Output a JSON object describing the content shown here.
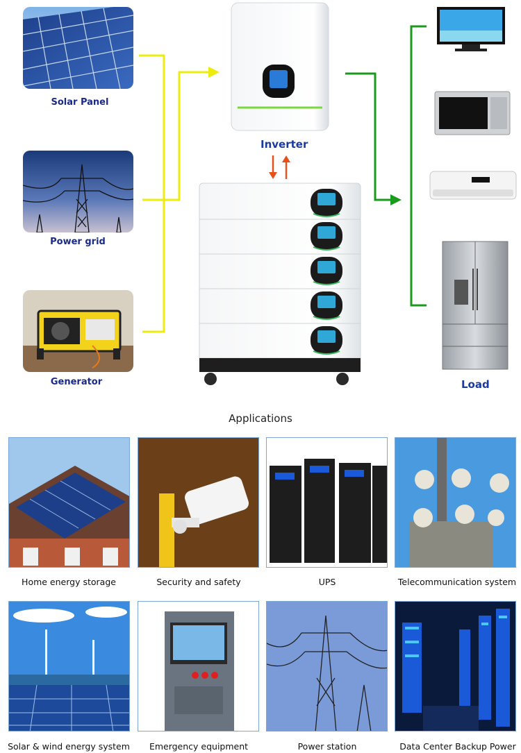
{
  "diagram": {
    "sources": [
      {
        "label": "Solar Panel"
      },
      {
        "label": "Power grid"
      },
      {
        "label": "Generator"
      }
    ],
    "inverter_label": "Inverter",
    "load_label": "Load",
    "colors": {
      "source_line": "#e8e800",
      "load_line": "#1a9a1a",
      "charge_arrow": "#e8501a",
      "label": "#1a2a8c"
    }
  },
  "applications": {
    "title": "Applications",
    "items": [
      {
        "label": "Home energy storage"
      },
      {
        "label": "Security and safety"
      },
      {
        "label": "UPS"
      },
      {
        "label": "Telecommunication system"
      },
      {
        "label": "Solar & wind energy system"
      },
      {
        "label": "Emergency equipment"
      },
      {
        "label": "Power station"
      },
      {
        "label": "Data Center Backup Power"
      }
    ]
  }
}
